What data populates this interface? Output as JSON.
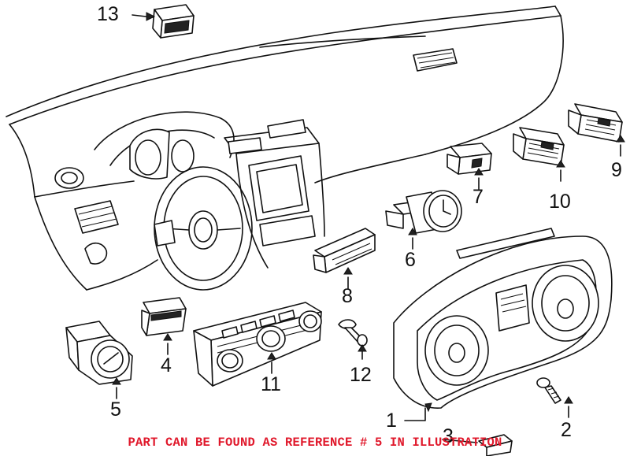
{
  "callouts": [
    {
      "id": "13",
      "label": "13"
    },
    {
      "id": "9",
      "label": "9"
    },
    {
      "id": "10",
      "label": "10"
    },
    {
      "id": "7",
      "label": "7"
    },
    {
      "id": "6",
      "label": "6"
    },
    {
      "id": "8",
      "label": "8"
    },
    {
      "id": "4",
      "label": "4"
    },
    {
      "id": "5",
      "label": "5"
    },
    {
      "id": "11",
      "label": "11"
    },
    {
      "id": "12",
      "label": "12"
    },
    {
      "id": "1",
      "label": "1"
    },
    {
      "id": "2",
      "label": "2"
    },
    {
      "id": "3",
      "label": "3"
    }
  ],
  "footer_note": "PART CAN BE FOUND AS REFERENCE # 5 IN ILLUSTRATION",
  "colors": {
    "line": "#111111",
    "footer": "#e0182b",
    "background": "#ffffff"
  }
}
